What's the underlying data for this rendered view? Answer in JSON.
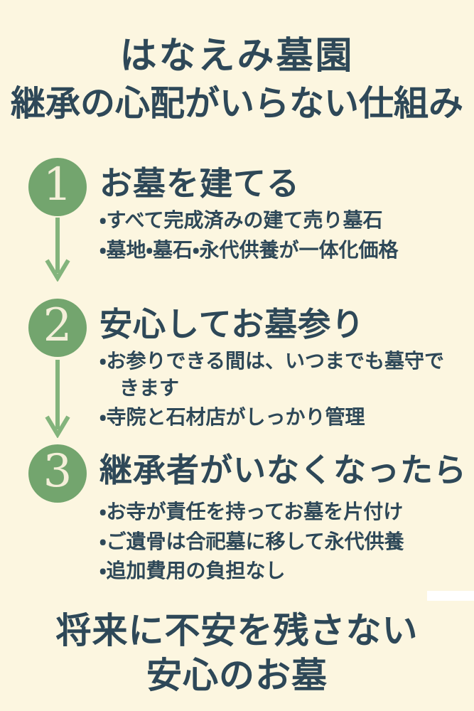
{
  "colors": {
    "background_cream": "#fcf6e0",
    "text_navy": "#2e4858",
    "circle_green": "#73a56e",
    "arrow_green": "#83b47c",
    "number_cream": "#f4efd9",
    "patch_white": "#ffffff"
  },
  "header": {
    "title": "はなえみ墓園",
    "subtitle": "継承の心配がいらない仕組み"
  },
  "steps": [
    {
      "number": "1",
      "heading": "お墓を建てる",
      "bullets": [
        "・すべて完成済みの建て売り墓石",
        "・墓地・墓石・永代供養が一体化価格"
      ]
    },
    {
      "number": "2",
      "heading": "安心してお墓参り",
      "bullets": [
        "・お参りできる間は、いつまでも墓守できます",
        "・寺院と石材店がしっかり管理"
      ]
    },
    {
      "number": "3",
      "heading": "継承者がいなくなったら",
      "bullets": [
        "・お寺が責任を持ってお墓を片付け",
        "・ご遺骨は合祀墓に移して永代供養",
        "・追加費用の負担なし"
      ]
    }
  ],
  "footer": {
    "line1": "将来に不安を残さない",
    "line2": "安心のお墓"
  }
}
